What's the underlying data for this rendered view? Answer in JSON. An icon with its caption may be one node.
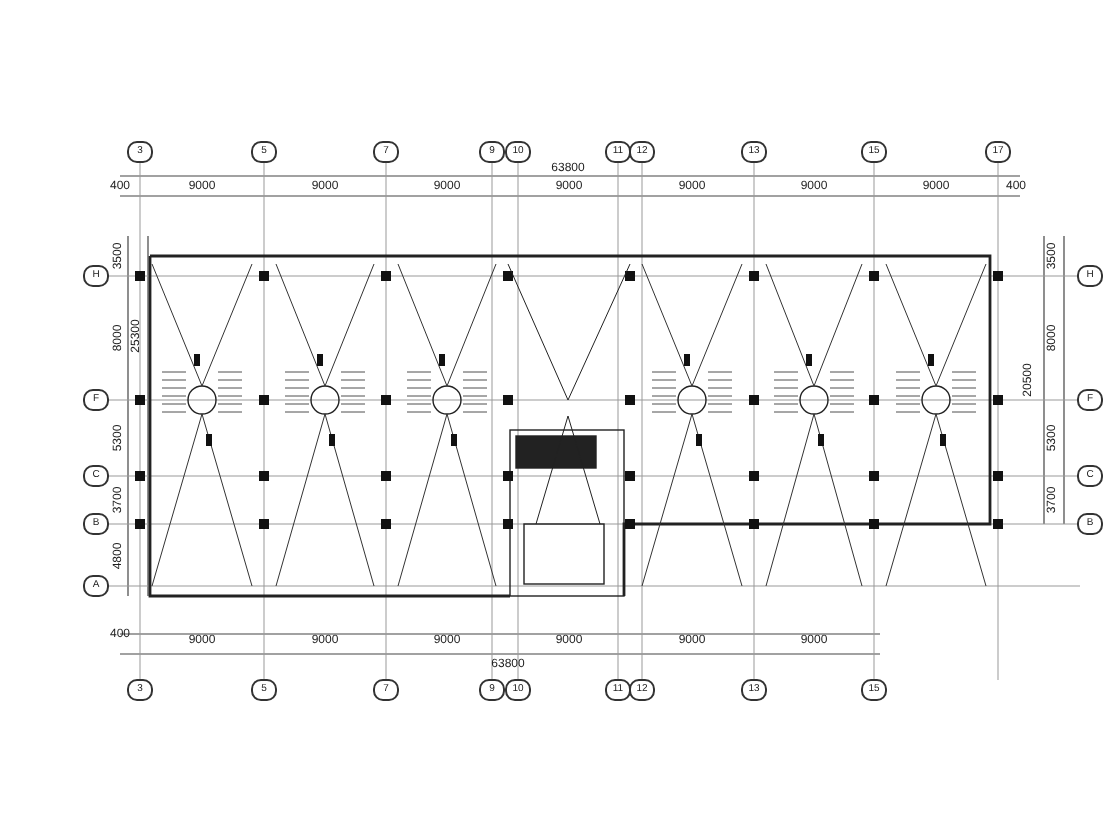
{
  "diagram": {
    "labels": [
      "3",
      "5",
      "7",
      "9",
      "10",
      "11",
      "12",
      "13",
      "15",
      "17",
      "400",
      "9000",
      "9000",
      "9000",
      "9000",
      "9000",
      "9000",
      "9000",
      "400",
      "63800",
      "H",
      "F",
      "C",
      "B",
      "A",
      "3500",
      "8000",
      "5300",
      "3700",
      "4800",
      "25300",
      "H",
      "F",
      "C",
      "B",
      "3500",
      "8000",
      "5300",
      "3700",
      "20500",
      "400",
      "9000",
      "9000",
      "9000",
      "9000",
      "9000",
      "9000",
      "63800",
      "3",
      "5",
      "7",
      "9",
      "10",
      "11",
      "12",
      "13",
      "15"
    ]
  }
}
